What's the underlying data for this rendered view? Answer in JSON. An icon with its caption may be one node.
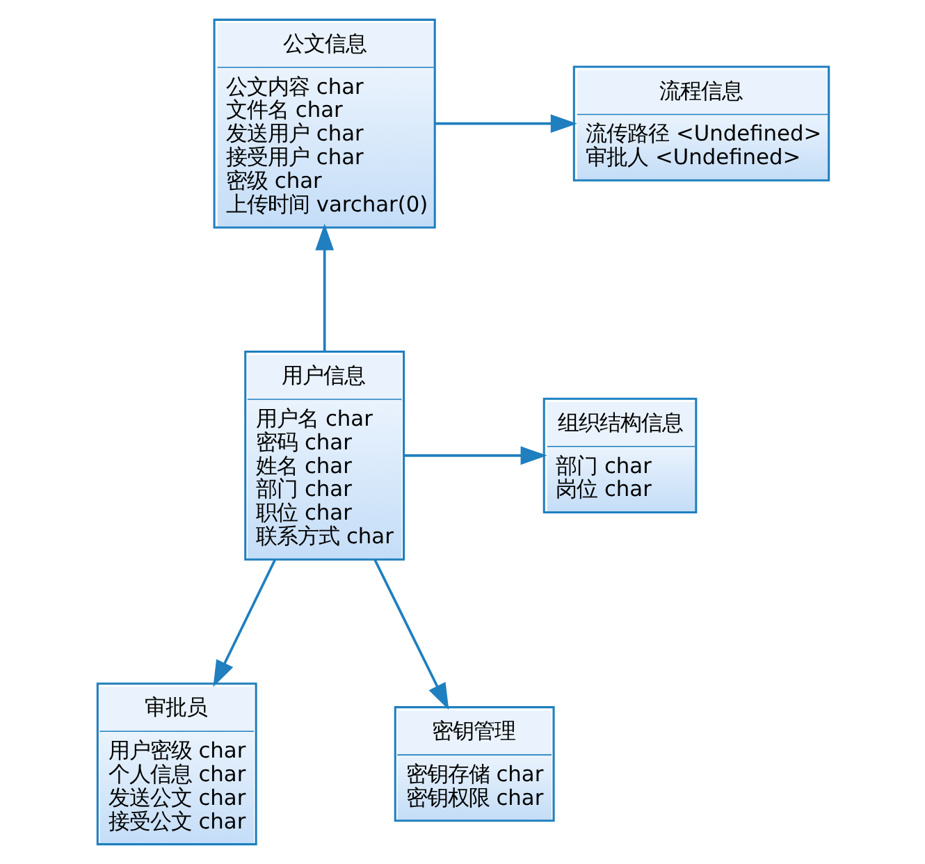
{
  "diagram": {
    "nodes": [
      {
        "text": [
          "公文信息",
          "公文内容 char",
          "文件名 char",
          "发送用户 char",
          "接受用户 char",
          "密级 char",
          "上传时间 varchar(0)"
        ]
      },
      {
        "text": [
          "流程信息",
          "流传路径 <Undefined>",
          "审批人 <Undefined>"
        ]
      },
      {
        "text": [
          "组织结构信息",
          "部门 char",
          "岗位 char"
        ]
      },
      {
        "text": [
          "用户信息",
          "用户名 char",
          "密码 char",
          "姓名 char",
          "部门 char",
          "职位 char",
          "联系方式 char"
        ]
      },
      {
        "text": [
          "审批员",
          "用户密级 char",
          "个人信息 char",
          "发送公文 char",
          "接受公文 char"
        ]
      },
      {
        "text": [
          "密钥管理",
          "密钥存储 char",
          "密钥权限 char"
        ]
      }
    ],
    "edges": [
      {
        "from": 3,
        "to": 0,
        "arrow": "to"
      },
      {
        "from": 0,
        "to": 1,
        "arrow": "to"
      },
      {
        "from": 3,
        "to": 2,
        "arrow": "to"
      },
      {
        "from": 3,
        "to": 4,
        "arrow": "to"
      },
      {
        "from": 3,
        "to": 5,
        "arrow": "to"
      }
    ]
  }
}
